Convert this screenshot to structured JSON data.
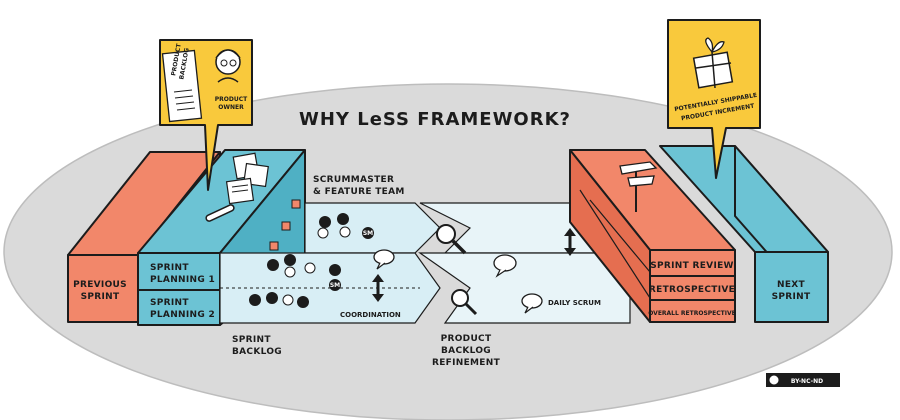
{
  "title": "WHY LeSS FRAMEWORK?",
  "labels": {
    "previous_sprint_1": "PREVIOUS",
    "previous_sprint_2": "SPRINT",
    "next_sprint_1": "NEXT",
    "next_sprint_2": "SPRINT",
    "sprint_planning_1_a": "SPRINT",
    "sprint_planning_1_b": "PLANNING 1",
    "sprint_planning_2_a": "SPRINT",
    "sprint_planning_2_b": "PLANNING 2",
    "scrummaster_1": "SCRUMMASTER",
    "scrummaster_2": "& FEATURE TEAM",
    "sprint_backlog_1": "SPRINT",
    "sprint_backlog_2": "BACKLOG",
    "coordination": "COORDINATION",
    "pbr_1": "PRODUCT",
    "pbr_2": "BACKLOG",
    "pbr_3": "REFINEMENT",
    "daily_scrum": "DAILY SCRUM",
    "sprint_review": "SPRINT REVIEW",
    "retrospective": "RETROSPECTIVE",
    "overall_retrospective": "OVERALL RETROSPECTIVE",
    "product_owner_1": "PRODUCT",
    "product_owner_2": "OWNER",
    "product_backlog_1": "PRODUCT",
    "product_backlog_2": "BACKLOG",
    "increment_1": "POTENTIALLY SHIPPABLE",
    "increment_2": "PRODUCT INCREMENT",
    "sm_1": "SM",
    "sm_2": "SM",
    "license": "BY-NC-ND"
  },
  "colors": {
    "salmon": "#f2876a",
    "teal": "#6cc3d4",
    "light_blue": "#d8eef5",
    "pale_blue": "#e8f4f8",
    "yellow": "#f9c93c",
    "gray_ellipse": "#dadada",
    "ink": "#1c1c1c"
  },
  "icons": [
    "magnifier-icon",
    "speech-bubble-icon",
    "arrow-updown-icon",
    "signpost-icon",
    "gift-icon",
    "person-icon"
  ]
}
